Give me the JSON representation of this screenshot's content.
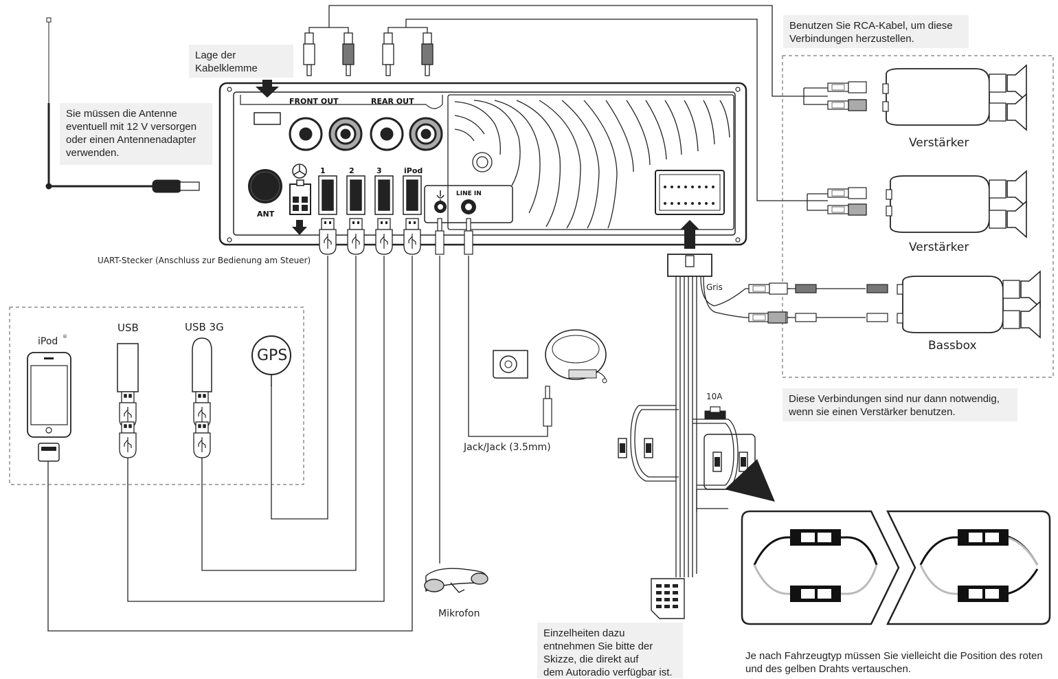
{
  "notes": {
    "cable_clamp": "Lage der\nKabelklemme",
    "antenna": "Sie müssen die Antenne\neventuell mit 12 V versorgen\noder einen Antennenadapter\nverwenden.",
    "rca": "Benutzen Sie RCA-Kabel, um diese\nVerbindungen herzustellen.",
    "amp_required": "Diese Verbindungen sind nur dann notwendig,\nwenn sie einen Verstärker benutzen.",
    "details": "Einzelheiten dazu\nentnehmen Sie bitte der\nSkizze, die direkt auf\ndem Autoradio verfügbar ist.",
    "swap_wires": "Je nach Fahrzeugtyp müssen Sie vielleicht die Position des roten\nund des gelben Drahts vertauschen."
  },
  "panel": {
    "front_out": "FRONT OUT",
    "rear_out": "REAR OUT",
    "ant": "ANT",
    "usb_ports": [
      "1",
      "2",
      "3",
      "iPod"
    ],
    "line_in": "LINE IN"
  },
  "labels": {
    "uart": "UART-Stecker (Anschluss zur Bedienung am Steuer)",
    "amp1": "Verstärker",
    "amp2": "Verstärker",
    "bassbox": "Bassbox",
    "gris": "Gris",
    "fuse": "10A",
    "ipod": "iPod",
    "ipod_reg": "®",
    "usb": "USB",
    "usb3g": "USB 3G",
    "gps": "GPS",
    "jack": "Jack/Jack (3.5mm)",
    "mic": "Mikrofon"
  }
}
